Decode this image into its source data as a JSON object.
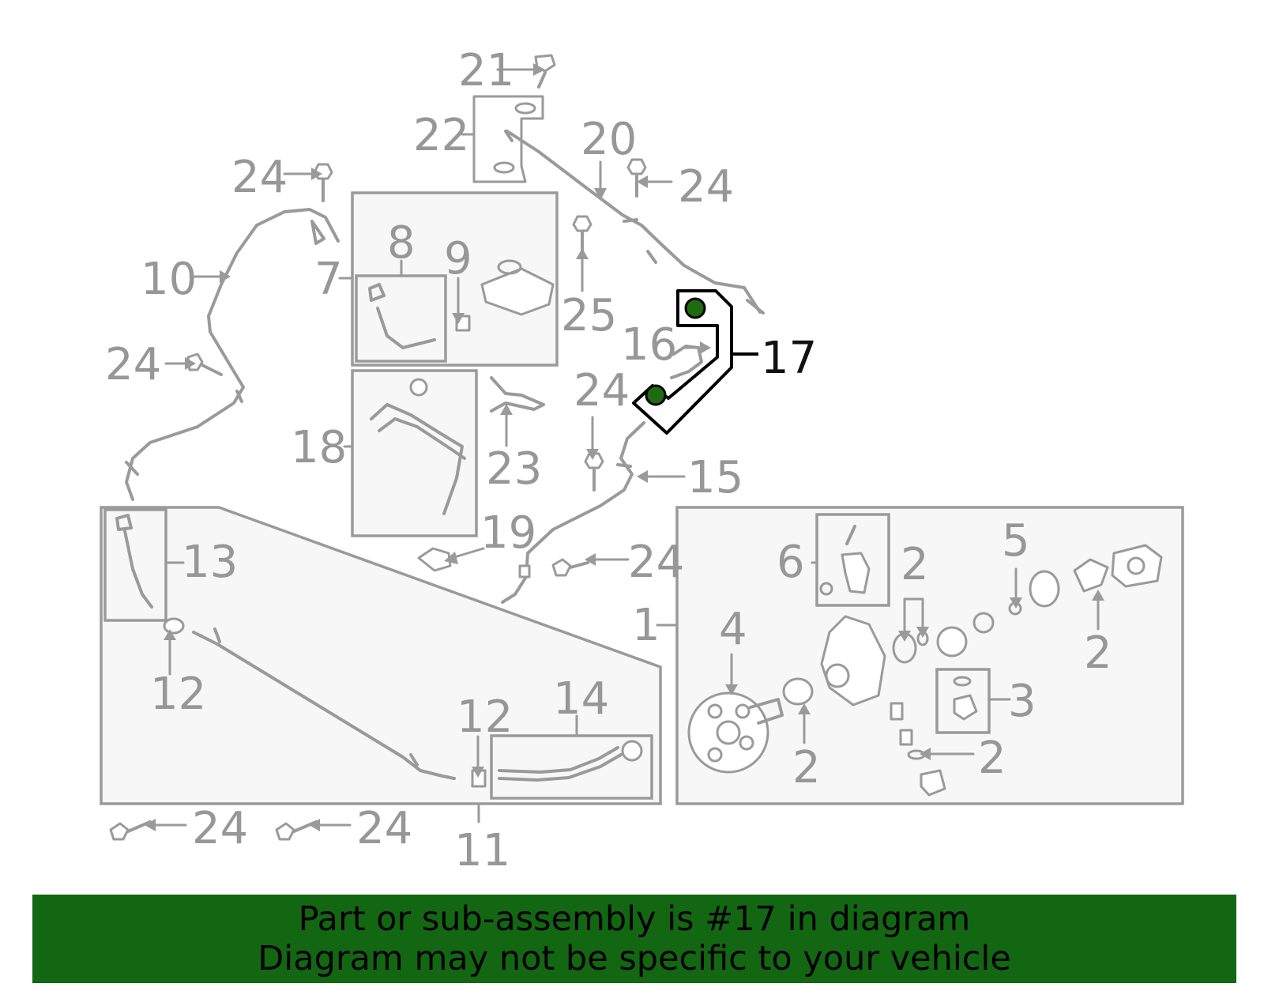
{
  "callouts": {
    "c1": "1",
    "c2a": "2",
    "c2b": "2",
    "c2c": "2",
    "c2d": "2",
    "c3": "3",
    "c4": "4",
    "c5": "5",
    "c6": "6",
    "c7": "7",
    "c8": "8",
    "c9": "9",
    "c10": "10",
    "c11": "11",
    "c12a": "12",
    "c12b": "12",
    "c13": "13",
    "c14": "14",
    "c15": "15",
    "c16": "16",
    "c17": "17",
    "c18": "18",
    "c19": "19",
    "c20": "20",
    "c21": "21",
    "c22": "22",
    "c23": "23",
    "c24a": "24",
    "c24b": "24",
    "c24c": "24",
    "c24d": "24",
    "c24e": "24",
    "c24f": "24",
    "c24g": "24",
    "c25": "25"
  },
  "highlight": {
    "part_number": "17",
    "color": "#1e6b10"
  },
  "banner": {
    "line1": "Part or sub-assembly is #17 in diagram",
    "line2": "Diagram may not be specific to your vehicle",
    "background": "#136612"
  }
}
